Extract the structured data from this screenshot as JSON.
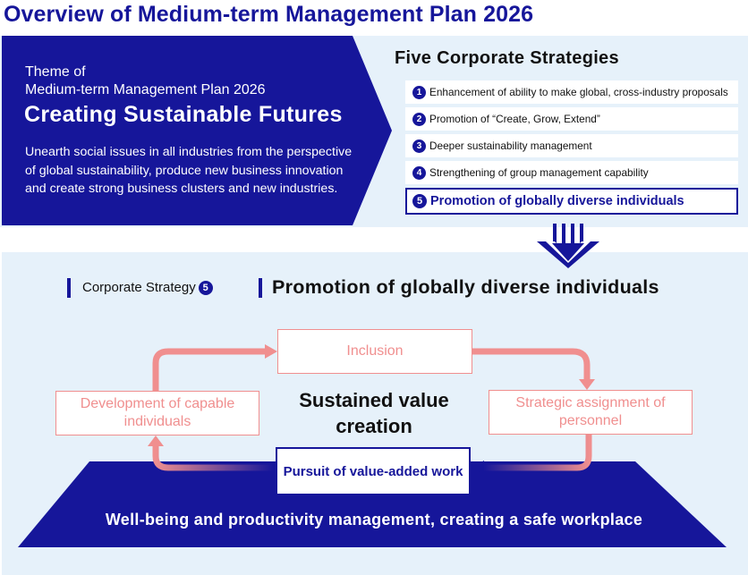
{
  "page_title": "Overview of Medium-term Management Plan 2026",
  "theme": {
    "label_line1": "Theme of",
    "label_line2": "Medium-term Management Plan 2026",
    "title": "Creating Sustainable Futures",
    "description": "Unearth social issues in all industries from the perspective of global sustainability, produce new business innovation and create strong business clusters and new industries."
  },
  "strategies": {
    "heading": "Five Corporate Strategies",
    "items": [
      {
        "number": "1",
        "label": "Enhancement of ability to make global, cross-industry proposals"
      },
      {
        "number": "2",
        "label": "Promotion of “Create, Grow, Extend”"
      },
      {
        "number": "3",
        "label": "Deeper sustainability management"
      },
      {
        "number": "4",
        "label": "Strengthening of group management capability"
      },
      {
        "number": "5",
        "label": "Promotion of globally diverse individuals"
      }
    ],
    "highlighted_index": 4
  },
  "detail": {
    "strategy_label": "Corporate Strategy",
    "strategy_number": "5",
    "title": "Promotion of globally diverse individuals"
  },
  "cycle": {
    "center_text": "Sustained value creation",
    "top": "Inclusion",
    "right": "Strategic assignment of personnel",
    "bottom": "Pursuit of value-added work",
    "left": "Development of capable individuals"
  },
  "foundation": "Well-being and productivity management, creating a safe workplace",
  "colors": {
    "navy": "#16169a",
    "light_blue": "#e6f1fa",
    "pink": "#f08f8f"
  }
}
